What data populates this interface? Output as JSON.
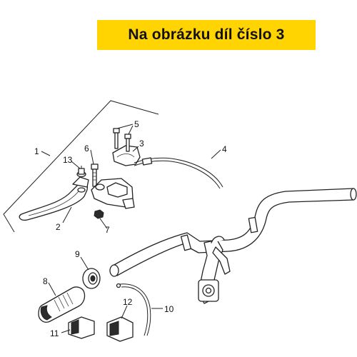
{
  "banner": {
    "text": "Na obrázku díl číslo 3",
    "background": "#ffd400"
  },
  "callouts": [
    "1",
    "2",
    "3",
    "4",
    "5",
    "6",
    "7",
    "8",
    "9",
    "10",
    "11",
    "12",
    "13"
  ]
}
